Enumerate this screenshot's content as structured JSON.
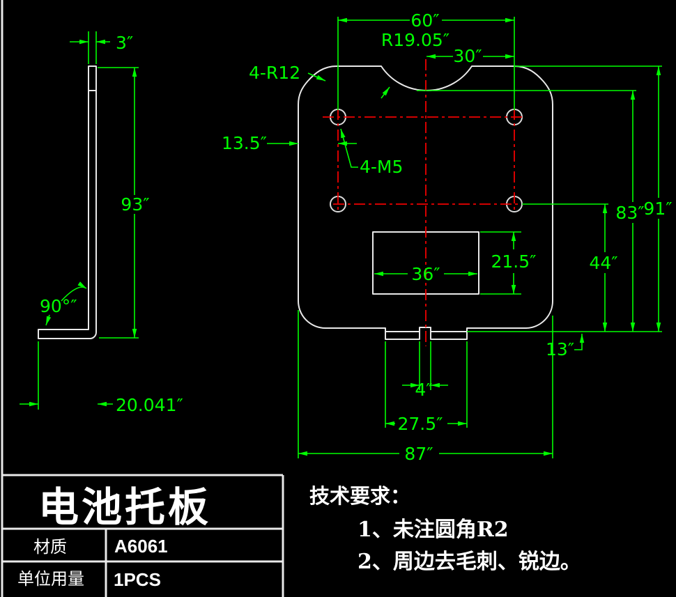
{
  "colors": {
    "background": "#000000",
    "outline": "#e9e9e9",
    "dimension": "#00ff00",
    "centerline": "#f00000",
    "text": "#ffffff"
  },
  "side_view": {
    "thickness": "3″",
    "height": "93″",
    "angle": "90°″",
    "flange_length": "20.041″"
  },
  "front_view": {
    "top_width": "60″",
    "notch_radius": "R19.05″",
    "notch_half_width": "30″",
    "corner_radius": "4-R12",
    "hole_edge_offset": "13.5″",
    "holes": "4-M5",
    "height_outer": "91″",
    "height_notch": "83″",
    "height_hole_to_bottom": "44″",
    "cutout_width": "36″",
    "cutout_height": "21.5″",
    "tab_offset": "13″",
    "slot_width": "4″",
    "tab_width": "27.5″",
    "overall_width": "87″"
  },
  "title_block": {
    "title": "电池托板",
    "material_label": "材质",
    "material_value": "A6061",
    "quantity_label": "单位用量",
    "quantity_value": "1PCS"
  },
  "technical_requirements": {
    "heading": "技术要求：",
    "items": [
      "1、未注圆角R2",
      "2、周边去毛刺、锐边。"
    ]
  }
}
